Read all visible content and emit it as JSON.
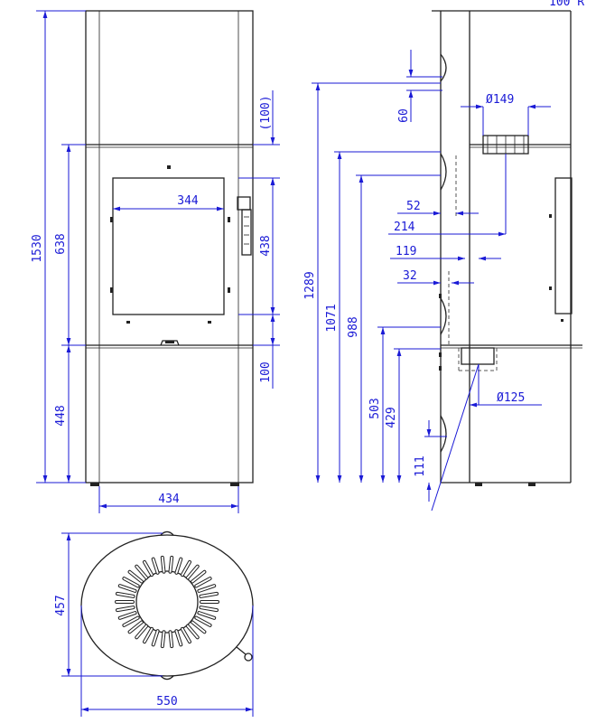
{
  "views": {
    "front": "",
    "side": "",
    "top": ""
  },
  "dimensions": {
    "total_height": "1530",
    "front_638": "638",
    "front_448": "448",
    "width_434": "434",
    "window_344": "344",
    "front_100_top": "(100)",
    "front_438": "438",
    "front_100_bottom": "100",
    "side_60": "60",
    "side_d149": "Ø149",
    "side_52": "52",
    "side_214": "214",
    "side_119": "119",
    "side_32": "32",
    "side_1289": "1289",
    "side_1071": "1071",
    "side_988": "988",
    "side_503": "503",
    "side_429": "429",
    "side_d125": "Ø125",
    "side_111": "111",
    "side_corner": "100 R",
    "top_457": "457",
    "top_550": "550"
  },
  "colors": {
    "dimension": "#1a1ad6",
    "outline": "#222222"
  }
}
